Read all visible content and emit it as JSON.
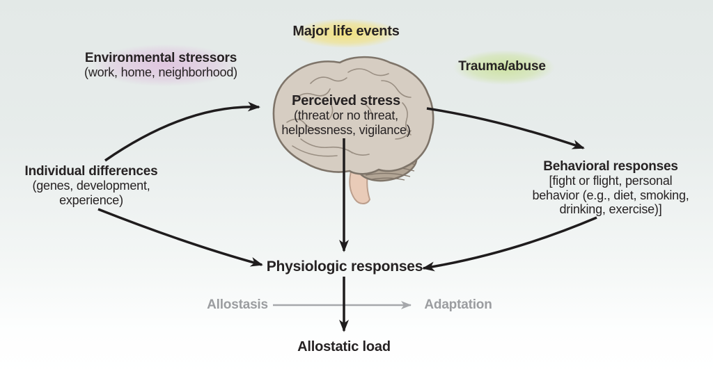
{
  "diagram": {
    "stressors": {
      "major_life_events": "Major life events",
      "environmental_title": "Environmental stressors",
      "environmental_sub": "(work, home, neighborhood)",
      "trauma": "Trauma/abuse"
    },
    "perceived_stress": {
      "title": "Perceived stress",
      "sub": [
        "(threat or no threat,",
        "helplessness, vigilance)"
      ]
    },
    "individual_differences": {
      "title": "Individual differences",
      "sub": [
        "(genes, development,",
        "experience)"
      ]
    },
    "behavioral_responses": {
      "title": "Behavioral responses",
      "sub": [
        "[fight or flight, personal",
        "behavior (e.g., diet, smoking,",
        "drinking, exercise)]"
      ]
    },
    "physiologic_responses": {
      "title": "Physiologic responses"
    },
    "allostasis_row": {
      "left": "Allostasis",
      "right": "Adaptation"
    },
    "allostatic_load": {
      "title": "Allostatic load"
    }
  },
  "icons": {
    "brain": "brain-illustration"
  },
  "colors": {
    "background_top": "#e4eae8",
    "background_bottom": "#ffffff",
    "text": "#262223",
    "muted_text": "#9b9da0",
    "arrow": "#1f1c1d",
    "muted_arrow": "#a6a8ab",
    "blob_yellow": "#f3e078",
    "blob_purple": "#dfc4df",
    "blob_green": "#cce29e",
    "brain_fill": "#d6cdc2",
    "brain_outline": "#7e7469",
    "cerebellum_fill": "#b2a595",
    "brainstem_fill": "#e9cbb8"
  }
}
